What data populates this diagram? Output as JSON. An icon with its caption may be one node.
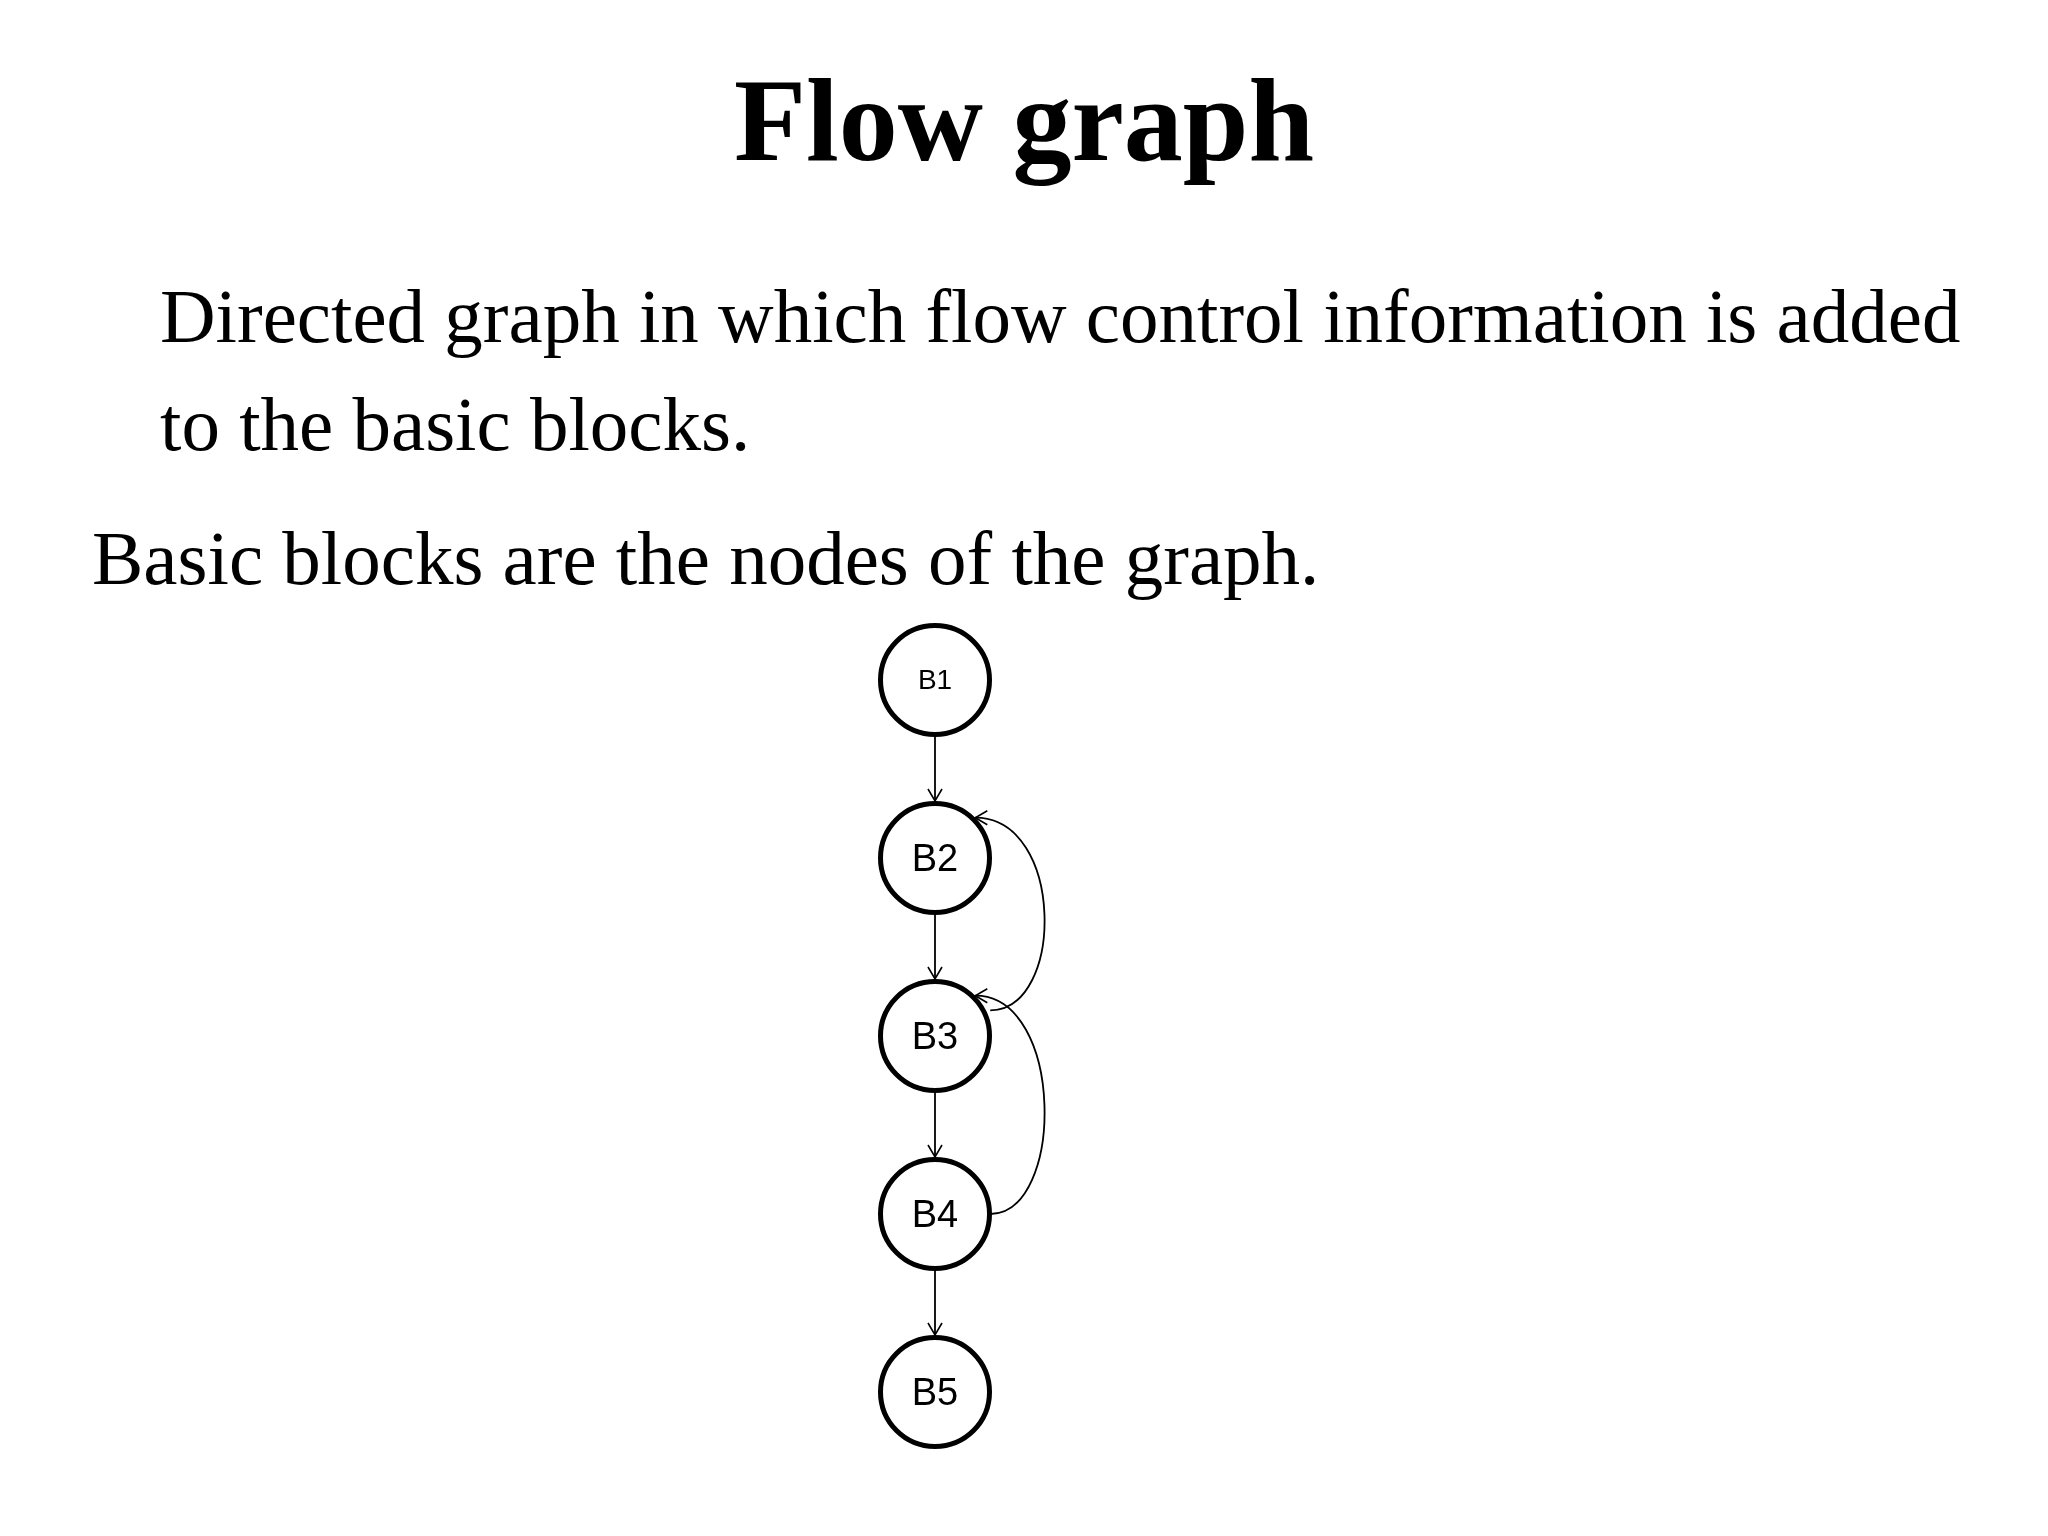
{
  "diagram": {
    "title": "Flow graph",
    "nodes": [
      {
        "text": [
          "B1"
        ]
      },
      {
        "text": [
          "B2"
        ]
      },
      {
        "text": [
          "B3"
        ]
      },
      {
        "text": [
          "B4"
        ]
      },
      {
        "text": [
          "B5"
        ]
      }
    ],
    "edges": [
      {
        "from": 0,
        "to": 1,
        "arrow": "to"
      },
      {
        "from": 1,
        "to": 2,
        "arrow": "to"
      },
      {
        "from": 2,
        "to": 3,
        "arrow": "to"
      },
      {
        "from": 3,
        "to": 4,
        "arrow": "to"
      },
      {
        "from": 2,
        "to": 1,
        "arrow": "to"
      },
      {
        "from": 3,
        "to": 2,
        "arrow": "to"
      }
    ],
    "labels": [
      "Directed graph in which flow control information is added to the basic blocks.",
      "Basic blocks are the nodes of the graph."
    ]
  }
}
